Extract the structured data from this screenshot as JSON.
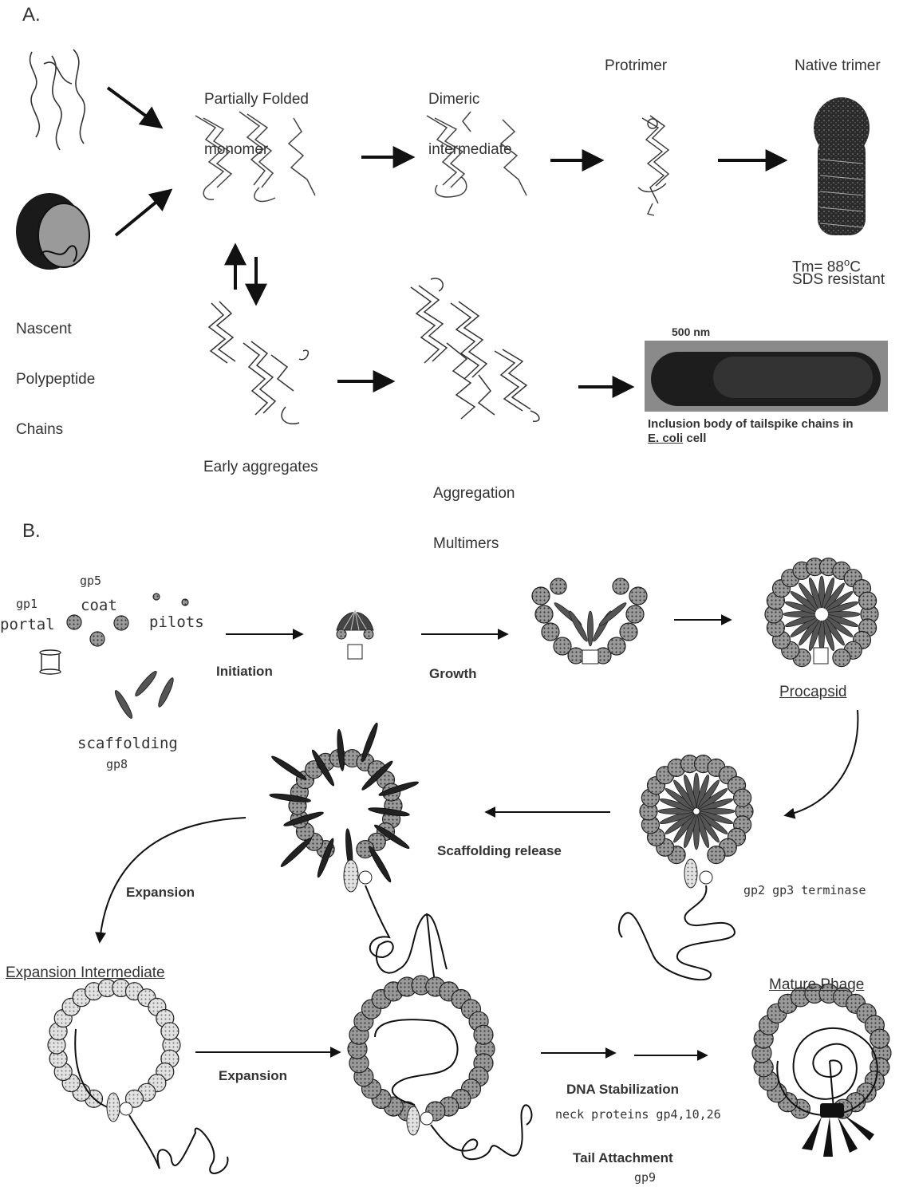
{
  "panel_a": {
    "section_label": "A.",
    "partially_folded": [
      "Partially Folded",
      "monomer"
    ],
    "dimeric": [
      "Dimeric",
      "intermediate"
    ],
    "protrimer": "Protrimer",
    "native_trimer": "Native trimer",
    "nascent": [
      "Nascent",
      "Polypeptide",
      "Chains"
    ],
    "tm_line": "Tm= 88",
    "tm_sup": "o",
    "tm_unit": "C",
    "sds": "SDS resistant",
    "early_aggregates": "Early aggregates",
    "aggregation_multimers": [
      "Aggregation",
      "Multimers"
    ],
    "scale_bar": "500 nm",
    "caption_line1": "Inclusion body of tailspike chains in",
    "caption_ecoli": "E. coli",
    "caption_cell": " cell"
  },
  "panel_b": {
    "section_label": "B.",
    "gp5": "gp5",
    "coat": "coat",
    "gp1": "gp1",
    "portal": "portal",
    "pilots": "pilots",
    "scaffolding": "scaffolding",
    "gp8": "gp8",
    "initiation": "Initiation",
    "growth": "Growth",
    "procapsid": "Procapsid",
    "scaffolding_release": "Scaffolding release",
    "terminase": "gp2 gp3 terminase",
    "expansion_curve": "Expansion",
    "expansion_intermediate": "Expansion Intermediate",
    "expansion_arrow": "Expansion",
    "mature_phage": "Mature Phage",
    "dna_stabilization": "DNA Stabilization",
    "neck_proteins": "neck proteins gp4,10,26",
    "tail_attachment": "Tail Attachment",
    "gp9": "gp9"
  }
}
